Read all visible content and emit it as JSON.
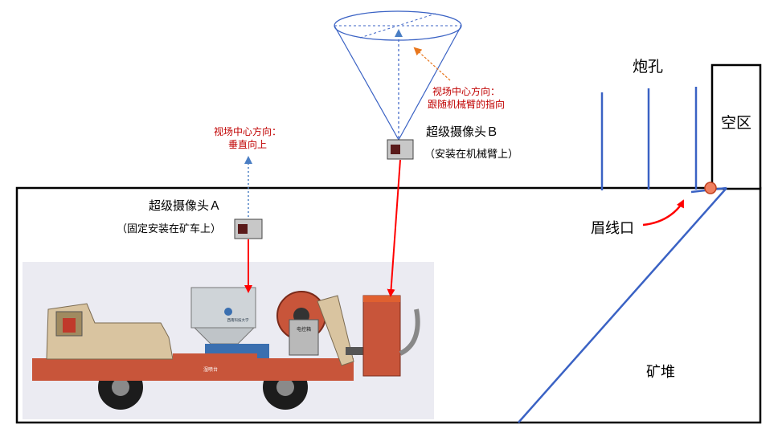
{
  "labels": {
    "camera_a_name": "超级摄像头Ａ",
    "camera_a_mount": "（固定安装在矿车上）",
    "camera_a_view_line1": "视场中心方向：",
    "camera_a_view_line2": "垂直向上",
    "camera_b_name": "超级摄像头Ｂ",
    "camera_b_mount": "（安装在机械臂上）",
    "camera_b_view_line1": "视场中心方向：",
    "camera_b_view_line2": "跟随机械臂的指向",
    "blast_holes": "炮孔",
    "void_zone": "空区",
    "brow_line": "眉线口",
    "ore_pile": "矿堆"
  },
  "vehicle_plate_text": {
    "hopper_badge": "西南科技大学",
    "controller_box": "电控箱",
    "body_panel": "湿喷台"
  },
  "colors": {
    "tunnel_stroke": "#000000",
    "blue_lines": "#3a62c4",
    "red_arrow": "#ff0000",
    "orange_arrow": "#e8761c",
    "dotted_blue": "#4a7ec4",
    "label_red": "#c00000",
    "brow_marker": "#f08060",
    "vehicle_bg": "#ebebf2",
    "vehicle_body": "#c8553a",
    "vehicle_cab": "#d9c4a0"
  }
}
